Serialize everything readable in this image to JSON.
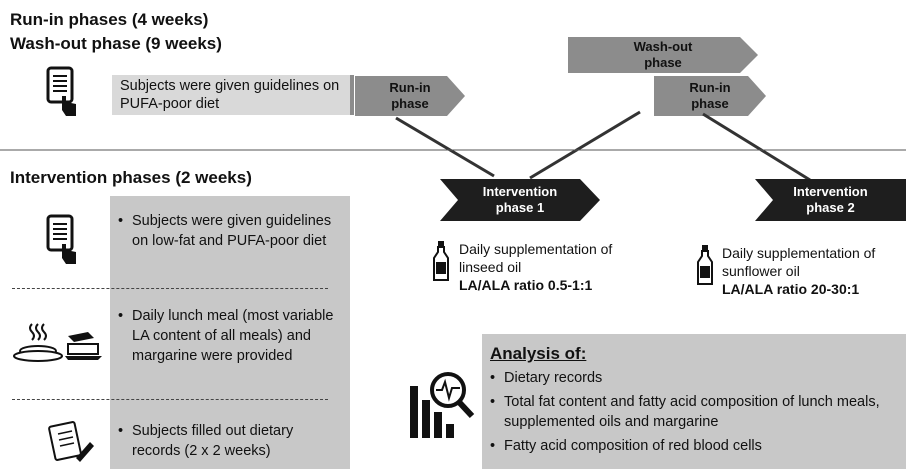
{
  "runin_title": "Run-in phases (4 weeks)",
  "washout_title": "Wash-out phase (9 weeks)",
  "runin_guideline": "Subjects were given guidelines on PUFA-poor diet",
  "arrows": {
    "runin1": "Run-in phase",
    "washout": "Wash-out phase",
    "runin2": "Run-in phase",
    "intervention1": "Intervention phase 1",
    "intervention2": "Intervention phase 2"
  },
  "intervention_title": "Intervention phases (2 weeks)",
  "intervention_items": [
    "Subjects were given guidelines on low-fat and PUFA-poor diet",
    "Daily lunch meal (most variable LA content of all meals) and margarine were provided",
    "Subjects filled out dietary records (2 x 2 weeks)"
  ],
  "supplement1": {
    "text": "Daily supplementation of linseed oil",
    "ratio": "LA/ALA ratio 0.5-1:1"
  },
  "supplement2": {
    "text": "Daily supplementation of sunflower oil",
    "ratio": "LA/ALA ratio 20-30:1"
  },
  "analysis": {
    "title": "Analysis of:",
    "items": [
      "Dietary records",
      "Total fat content and fatty acid composition of lunch meals, supplemented oils and margarine",
      "Fatty acid composition of red blood cells"
    ]
  },
  "icons": [
    "document-hand-icon",
    "meal-icon",
    "clipboard-pen-icon",
    "bottle-icon",
    "chart-magnifier-icon"
  ]
}
